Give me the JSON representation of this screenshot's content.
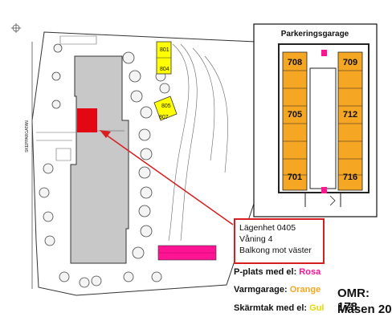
{
  "street_label": "SKEPPARGATAN",
  "apartment": {
    "line1": "Lägenhet 0405",
    "line2": "Våning 4",
    "line3": "Balkong mot väster"
  },
  "garage": {
    "title": "Parkeringsgarage",
    "slots": [
      "708",
      "709",
      "705",
      "712",
      "701",
      "716"
    ]
  },
  "yellow_spots": [
    "801",
    "804",
    "805",
    "807"
  ],
  "legend": {
    "rosa_prefix": "P-plats med el: ",
    "rosa_word": "Rosa",
    "orange_prefix": "Varmgarage: ",
    "orange_word": "Orange",
    "gul_prefix": "Skärmtak med el: ",
    "gul_word": "Gul"
  },
  "omr": "OMR: 178",
  "address": "Måsen 20",
  "colors": {
    "rosa": "#ff1493",
    "orange": "#f5a623",
    "gul": "#ffff00",
    "apartment_red": "#e30613",
    "arrow_red": "#d81e1e"
  }
}
